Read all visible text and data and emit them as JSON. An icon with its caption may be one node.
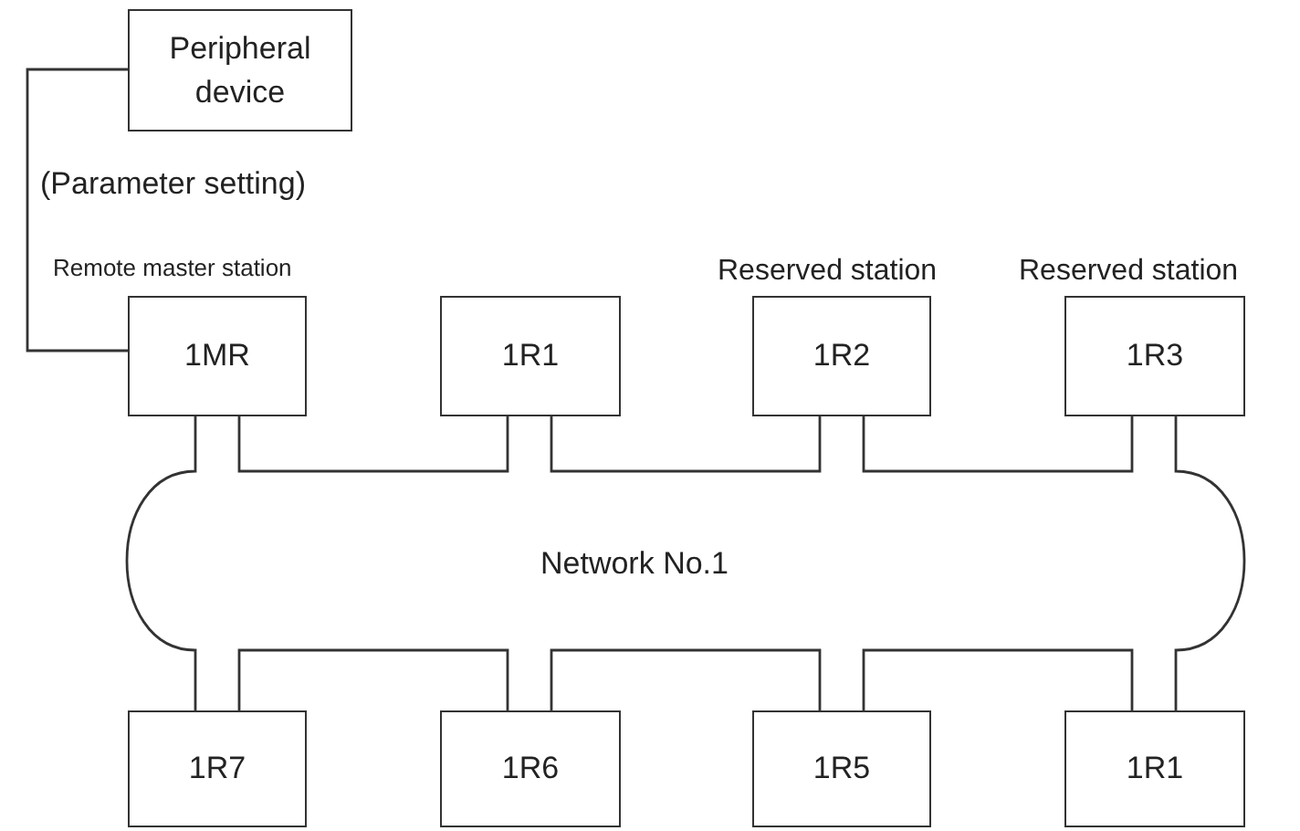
{
  "diagram": {
    "nodes": [
      {
        "text": [
          "Peripheral device"
        ]
      },
      {
        "text": [
          "1MR"
        ],
        "beside": [
          "Remote master station"
        ]
      },
      {
        "text": [
          "1R1"
        ]
      },
      {
        "text": [
          "1R2"
        ],
        "beside": [
          "Reserved station"
        ]
      },
      {
        "text": [
          "1R3"
        ],
        "beside": [
          "Reserved station"
        ]
      },
      {
        "text": [
          "1R7"
        ]
      },
      {
        "text": [
          "1R6"
        ]
      },
      {
        "text": [
          "1R5"
        ]
      },
      {
        "text": [
          "1R1"
        ]
      }
    ],
    "edges": [
      {
        "from": 0,
        "to": 1,
        "arrow": "none"
      },
      {
        "from": 1,
        "to": 2,
        "arrow": "none"
      },
      {
        "from": 2,
        "to": 3,
        "arrow": "none"
      },
      {
        "from": 3,
        "to": 4,
        "arrow": "none"
      },
      {
        "from": 4,
        "to": 8,
        "arrow": "none"
      },
      {
        "from": 8,
        "to": 7,
        "arrow": "none"
      },
      {
        "from": 7,
        "to": 6,
        "arrow": "none"
      },
      {
        "from": 6,
        "to": 5,
        "arrow": "none"
      },
      {
        "from": 5,
        "to": 1,
        "arrow": "none"
      }
    ],
    "labels": [
      "(Parameter setting)",
      "Network No.1"
    ]
  }
}
